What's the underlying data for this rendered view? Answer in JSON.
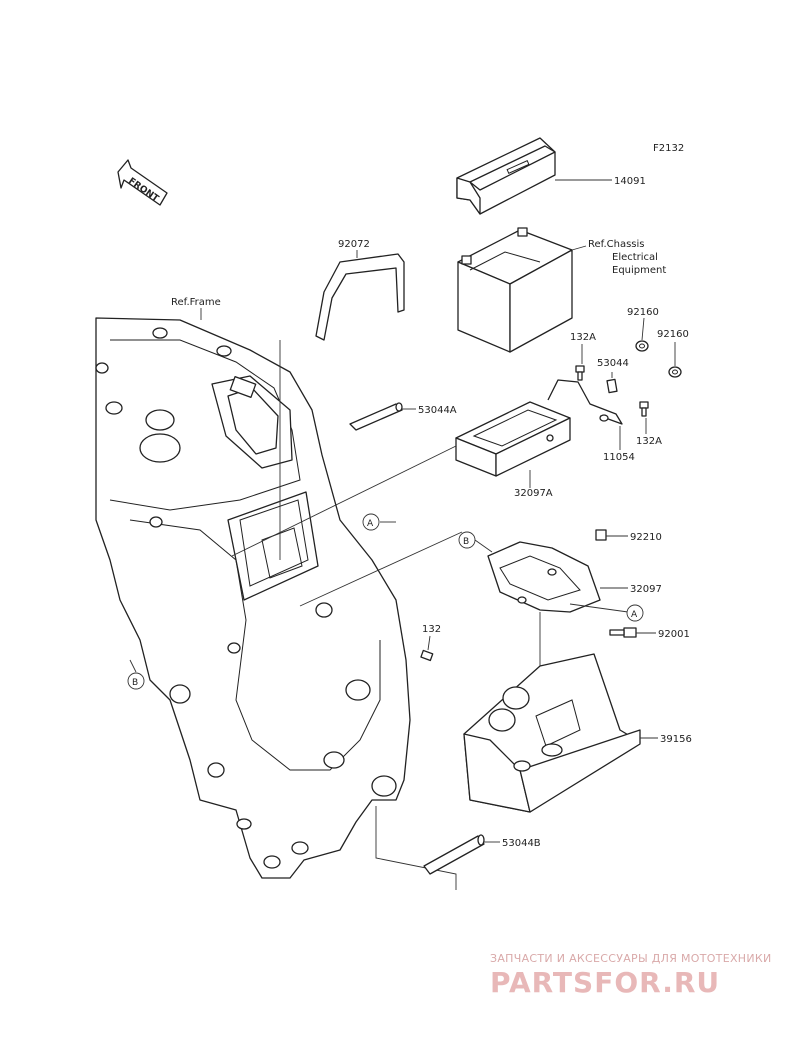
{
  "figure_id": "F2132",
  "front_label": "FRONT",
  "ref_frame": "Ref.Frame",
  "ref_chassis": [
    "Ref.Chassis",
    "Electrical",
    "Equipment"
  ],
  "callouts": {
    "a": "A",
    "b": "B"
  },
  "parts": {
    "p14091": "14091",
    "p92072": "92072",
    "p53044A": "53044A",
    "p92160a": "92160",
    "p92160b": "92160",
    "p132A_top": "132A",
    "p53044": "53044",
    "p132A_bot": "132A",
    "p11054": "11054",
    "p32097A": "32097A",
    "p92210": "92210",
    "p32097": "32097",
    "p92001": "92001",
    "p132": "132",
    "p39156": "39156",
    "p53044B": "53044B"
  },
  "watermark": {
    "tagline": "ЗАПЧАСТИ И АКСЕССУАРЫ ДЛЯ МОТОТЕХНИКИ",
    "brand": "PARTSFOR.RU"
  }
}
